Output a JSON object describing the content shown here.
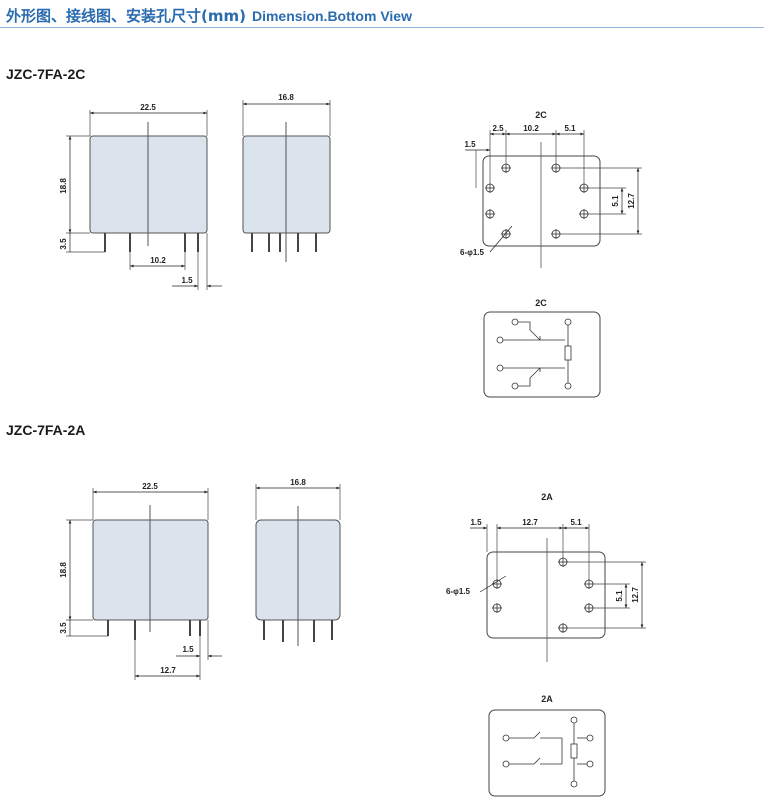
{
  "header": {
    "title_cn": "外形图、接线图、安装孔尺寸(mm)",
    "title_en": "Dimension.Bottom View",
    "accent_color": "#2b6cb0"
  },
  "sections": [
    {
      "model": "JZC-7FA-2C",
      "front_dims": {
        "width": "22.5",
        "height": "18.8",
        "pin": "3.5",
        "pin_spacing": "10.2",
        "offset": "1.5"
      },
      "side_dims": {
        "width": "16.8"
      },
      "pcb_layout": {
        "label": "2C",
        "dims": [
          "2.5",
          "10.2",
          "5.1",
          "1.5",
          "5.1",
          "12.7"
        ],
        "holes": "6-φ1.5"
      },
      "wiring": {
        "label": "2C"
      }
    },
    {
      "model": "JZC-7FA-2A",
      "front_dims": {
        "width": "22.5",
        "height": "18.8",
        "pin": "3.5",
        "pin_spacing": "12.7",
        "offset": "1.5"
      },
      "side_dims": {
        "width": "16.8"
      },
      "pcb_layout": {
        "label": "2A",
        "dims": [
          "1.5",
          "12.7",
          "5.1",
          "5.1",
          "12.7"
        ],
        "holes": "6-φ1.5"
      },
      "wiring": {
        "label": "2A"
      }
    }
  ]
}
